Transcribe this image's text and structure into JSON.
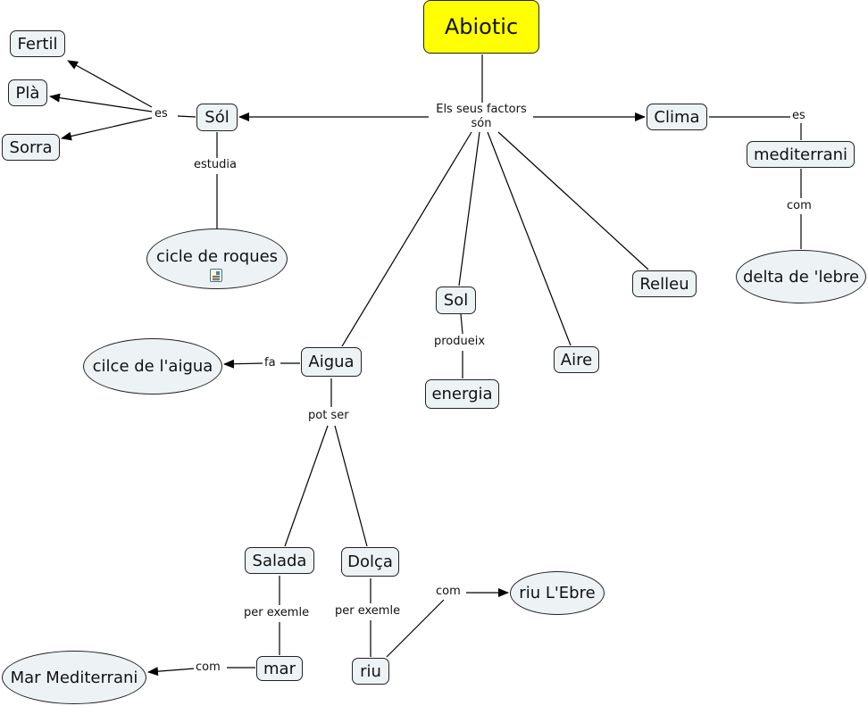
{
  "map_title": "Abiotic",
  "colors": {
    "root_fill": "#ffff00",
    "concept_fill": "#edf3f5",
    "border": "#222222"
  },
  "concepts": {
    "abiotic": "Abiotic",
    "fertil": "Fertil",
    "pla": "Plà",
    "sorra": "Sorra",
    "sol_soil": "Sól",
    "clima": "Clima",
    "mediterrani": "mediterrani",
    "delta": "delta de 'lebre",
    "cicle_roques": "cicle de roques",
    "relleu": "Relleu",
    "sol_sun": "Sol",
    "energia": "energia",
    "aire": "Aire",
    "aigua": "Aigua",
    "cicle_aigua": "cilce de l'aigua",
    "salada": "Salada",
    "dolca": "Dolça",
    "riu_ebre": "riu L'Ebre",
    "mar": "mar",
    "riu": "riu",
    "mar_mediterrani": "Mar Mediterrani"
  },
  "linking_phrases": {
    "factors": "Els seus factors\nsón",
    "es_sol": "es",
    "estudia": "estudia",
    "es_clima": "es",
    "com_delta": "com",
    "produeix": "produeix",
    "fa": "fa",
    "pot_ser": "pot ser",
    "per_exemle_salada": "per exemle",
    "per_exemle_dolca": "per exemle",
    "com_riu": "com",
    "com_mar": "com"
  },
  "resources": {
    "cicle_roques_icon": "document-image-icon"
  }
}
